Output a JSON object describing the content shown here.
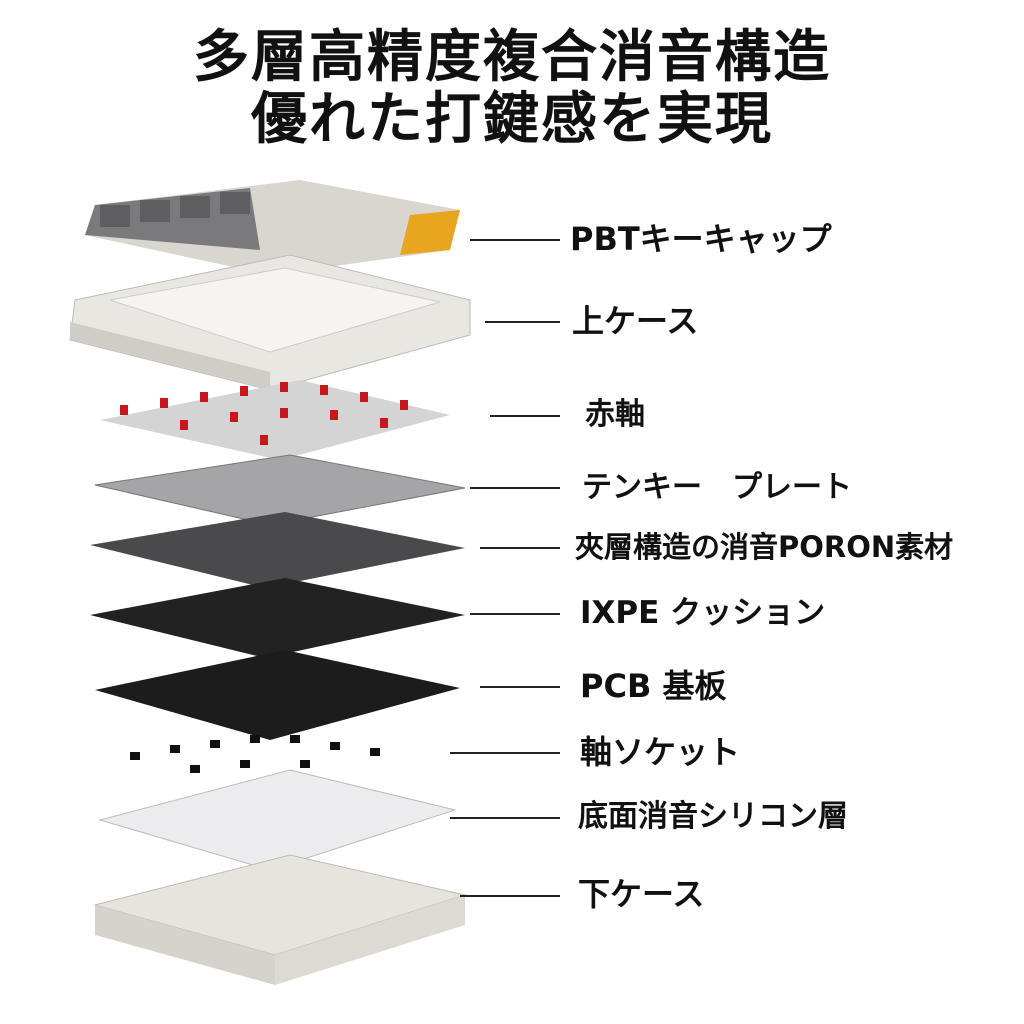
{
  "title": {
    "line1": "多層高精度複合消音構造",
    "line2": "優れた打鍵感を実現"
  },
  "layers": [
    {
      "label": "PBTキーキャップ"
    },
    {
      "label": "上ケース"
    },
    {
      "label": "赤軸"
    },
    {
      "label": "テンキー　プレート"
    },
    {
      "label": "夾層構造の消音PORON素材"
    },
    {
      "label": "IXPE クッション"
    },
    {
      "label": "PCB 基板"
    },
    {
      "label": "軸ソケット"
    },
    {
      "label": "底面消音シリコン層"
    },
    {
      "label": "下ケース"
    }
  ],
  "colors": {
    "accent_key": "#e8a520",
    "switch_red": "#c8161d"
  }
}
